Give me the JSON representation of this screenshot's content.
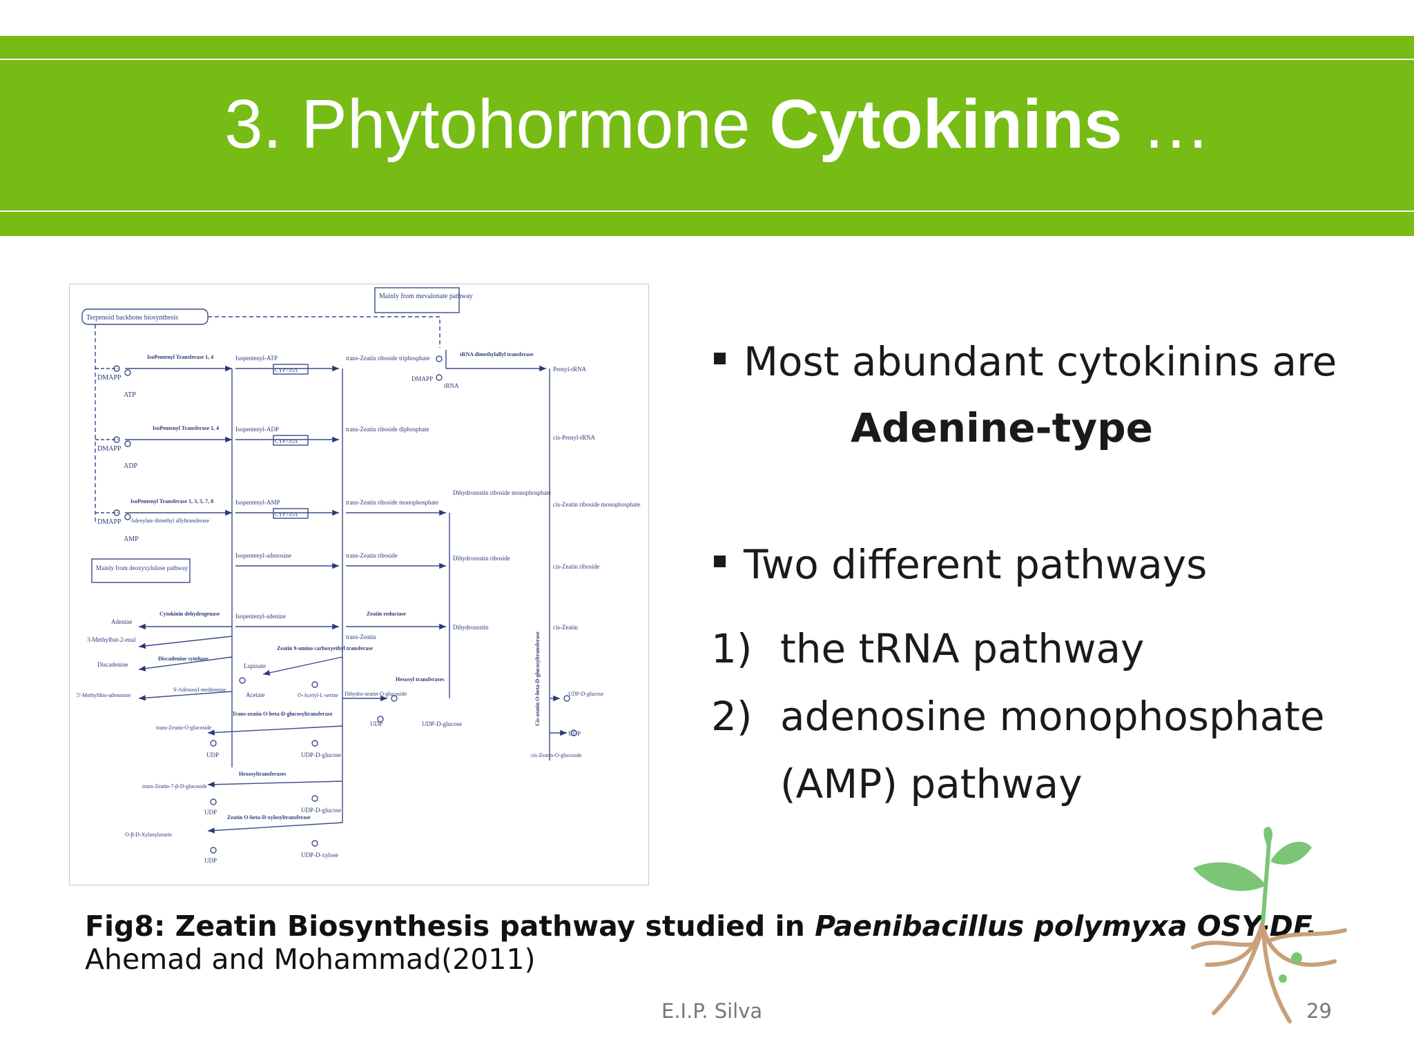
{
  "slide": {
    "title_normal": "3. Phytohormone ",
    "title_bold": "Cytokinins",
    "title_tail": " …",
    "bullet1_line1": "Most abundant cytokinins are",
    "bullet1_line2": "Adenine-type",
    "bullet2": "Two different pathways",
    "item1_num": "1)",
    "item1_text": "the tRNA pathway",
    "item2_num": "2)",
    "item2_text_line1": "adenosine monophosphate",
    "item2_text_line2": "(AMP) pathway",
    "caption_bold": "Fig8: Zeatin Biosynthesis pathway studied in ",
    "caption_italic": "Paenibacillus polymyxa OSY-DF.",
    "caption_line2": "Ahemad and Mohammad(2011)",
    "author": "E.I.P. Silva",
    "page_number": "29"
  },
  "diagram": {
    "mevalonate": "Mainly from mevalonate pathway",
    "terpenoid": "Terpenoid backbone biosynthesis",
    "ipt14a": "IsoPentenyl Transferase 1, 4",
    "ipt14b": "IsoPentenyl Transferase 1, 4",
    "ipt1357": "IsoPentenyl Transferase 1, 3, 5, 7, 8",
    "adenylate": "Adenylate dimethyl allyltransferase",
    "dmapp": "DMAPP",
    "atp": "ATP",
    "adp": "ADP",
    "amp": "AMP",
    "ip_atp": "Isopentenyl-ATP",
    "ip_adp": "Isopentenyl-ADP",
    "ip_amp": "Isopentenyl-AMP",
    "ip_ado": "Isopentenyl-adenosine",
    "ip_ade": "Isopentenyl-adenine",
    "cyp": "CYP735A",
    "tz_rtp": "trans-Zeatin riboside triphosphate",
    "tz_rdp": "trans-Zeatin riboside diphosphate",
    "tz_rmp": "trans-Zeatin riboside monophosphate",
    "tz_r": "trans-Zeatin riboside",
    "tz": "trans-Zeatin",
    "trna_dm": "tRNA dimethylallyl transferase",
    "trna": "tRNA",
    "prenyl_trna": "Prenyl-tRNA",
    "cis_prenyl_trna": "cis-Prenyl-tRNA",
    "cz_rmp": "cis-Zeatin riboside monophosphate",
    "cz_r": "cis-Zeatin riboside",
    "cz": "cis-Zeatin",
    "dhz_rmp": "Dihydrozeatin riboside monophosphate",
    "dhz_r": "Dihydrozeatin riboside",
    "dhz": "Dihydrozeatin",
    "zeatin_reductase": "Zeatin reductase",
    "ckx": "Cytokinin dehydrogenase",
    "adenine": "Adenine",
    "methylbut": "3-Methylbut-2-enal",
    "discadenine": "Discadenine",
    "disc_synthase": "Discadenine synthase",
    "sam": "S-Adenosyl-methionine",
    "mta": "5'-Methylthio-adenosine",
    "lupinate": "Lupinate",
    "acetate": "Acetate",
    "oacetyl": "O-Acetyl-L-serine",
    "zeatin9": "Zeatin 9-amino carboxyethyl transferase",
    "dhz_og": "Dihydro-zeatin-O-glucoside",
    "hexosyl": "Hexosyl transferases",
    "udp": "UDP",
    "udp_glc": "UDP-D-glucose",
    "udp_xyl": "UDP-D-xylose",
    "tz_ogt": "Trans-zeatin O-beta-D-glucosyltransferase",
    "tz_og": "trans-Zeatin-O-glucoside",
    "hexosyltrans": "Hexosyltransferases",
    "tz_7g": "trans-Zeatin-7-β-D-glucoside",
    "zoxt": "Zeatin O-beta-D-xylosyltransferase",
    "oxyl": "O-β-D-Xylosylzeatin",
    "cz_ogt": "Cis-zeatin O-beta-D-glucosyltransferase",
    "cz_og": "cis-Zeatin-O-glucoside",
    "deoxy": "Mainly from deoxyxylulose pathway"
  }
}
